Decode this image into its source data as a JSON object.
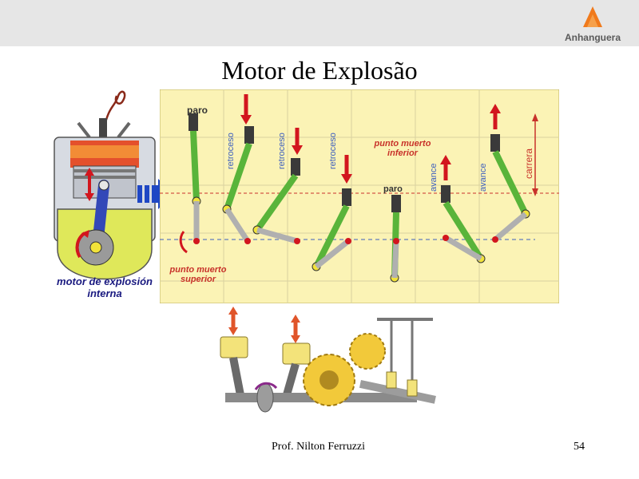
{
  "header": {
    "logo_text": "Anhanguera"
  },
  "slide": {
    "title": "Motor de Explosão"
  },
  "engine": {
    "label": "motor de explosión interna"
  },
  "diagram_labels": {
    "paro_top": "paro",
    "paro_mid": "paro",
    "retroceso": "retroceso",
    "avance": "avance",
    "carrera": "carrera",
    "punto_muerto_inferior": "punto muerto inferior",
    "punto_muerto_superior": "punto muerto superior"
  },
  "footer": {
    "author": "Prof. Nilton Ferruzzi",
    "page": "54"
  },
  "colors": {
    "panel_bg": "#fbf3b5",
    "rod": "#59b43a",
    "arrow_red": "#d2161e",
    "arrow_blue": "#1f47c4"
  }
}
